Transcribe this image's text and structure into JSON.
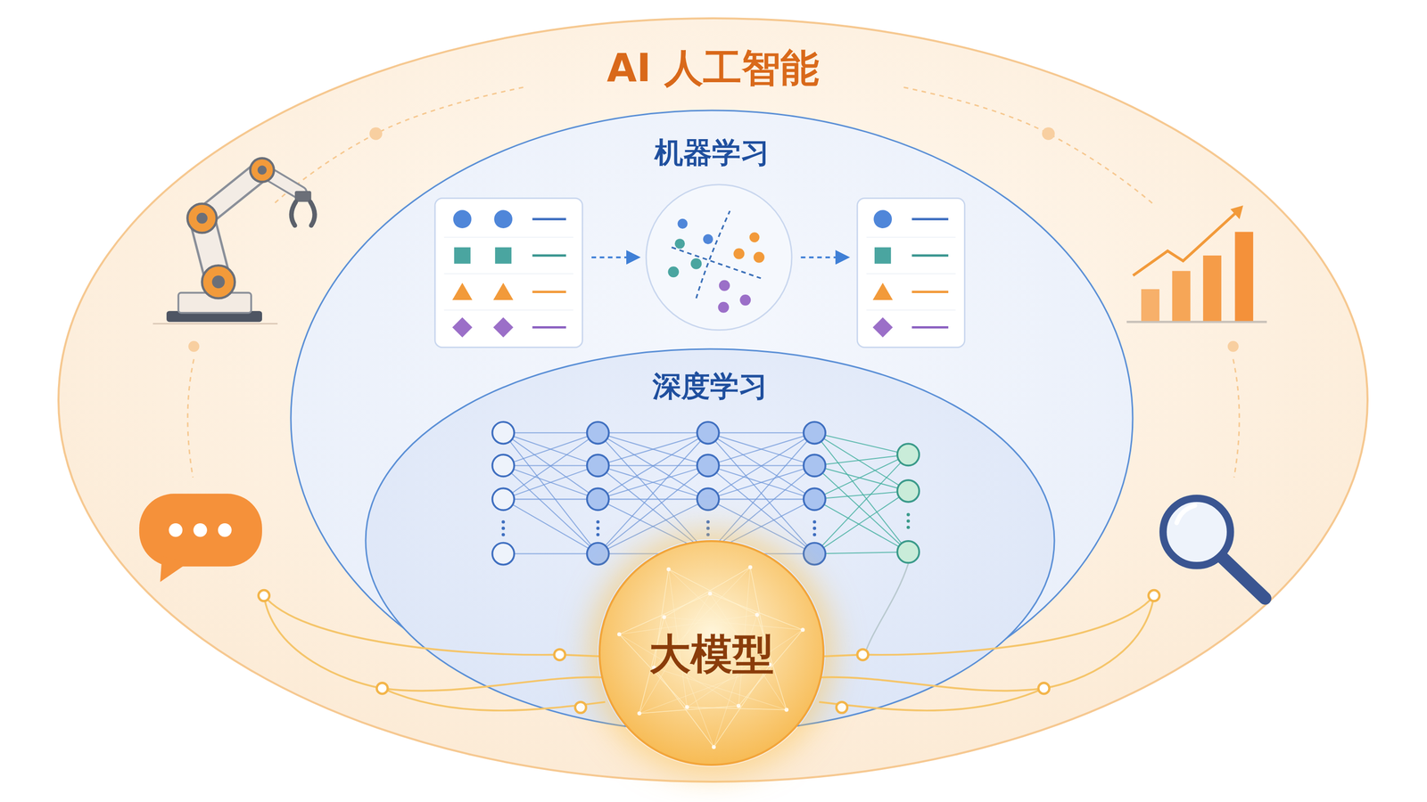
{
  "diagram": {
    "nodes": [
      {
        "text": [
          "AI 人工智能"
        ]
      },
      {
        "text": [
          "机器学习"
        ],
        "in": 0
      },
      {
        "text": [
          "深度学习"
        ],
        "in": 1
      },
      {
        "text": [
          "大模型"
        ],
        "in": 2
      }
    ]
  }
}
